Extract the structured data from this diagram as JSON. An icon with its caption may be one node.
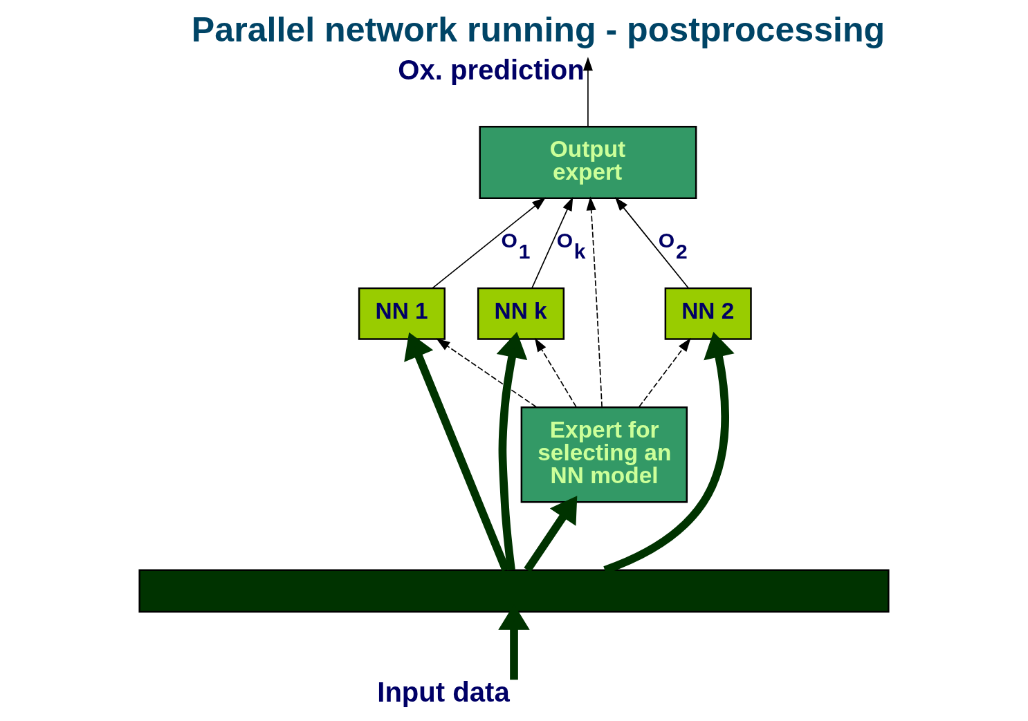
{
  "diagram": {
    "title": "Parallel network running - postprocessing",
    "nodes": [
      {
        "text": [
          "Output expert"
        ]
      },
      {
        "text": [
          "NN 1"
        ]
      },
      {
        "text": [
          "NN 2"
        ]
      },
      {
        "text": [
          "NN k"
        ]
      },
      {
        "text": [
          "Expert for selecting an NN model"
        ]
      },
      {
        "text": [],
        "shape": "bar"
      }
    ],
    "edges": [
      {
        "from": 0,
        "to": null,
        "arrow": "to",
        "label": "Ox. prediction"
      },
      {
        "from": 1,
        "to": 0,
        "arrow": "to",
        "label": "O$_{1}$"
      },
      {
        "from": 2,
        "to": 0,
        "arrow": "to",
        "label": "O$_{2}$"
      },
      {
        "from": 3,
        "to": 0,
        "arrow": "to",
        "label": "O$_{k}$"
      },
      {
        "from": 4,
        "to": 0,
        "arrow": "to",
        "style": "dashed"
      },
      {
        "from": 4,
        "to": 1,
        "arrow": "to",
        "style": "dashed"
      },
      {
        "from": 4,
        "to": 2,
        "arrow": "to",
        "style": "dashed"
      },
      {
        "from": 4,
        "to": 3,
        "arrow": "to",
        "style": "dashed"
      },
      {
        "from": 5,
        "to": 1,
        "arrow": "to",
        "style": "thick",
        "color": "#003300"
      },
      {
        "from": 5,
        "to": 2,
        "arrow": "to",
        "style": "thick",
        "color": "#003300"
      },
      {
        "from": 5,
        "to": 3,
        "arrow": "to",
        "style": "thick",
        "color": "#003300"
      },
      {
        "from": 5,
        "to": 4,
        "arrow": "to",
        "style": "thick",
        "color": "#003300"
      },
      {
        "from": null,
        "to": 5,
        "arrow": "to",
        "style": "thick",
        "color": "#003300",
        "label": "Input data"
      }
    ]
  }
}
